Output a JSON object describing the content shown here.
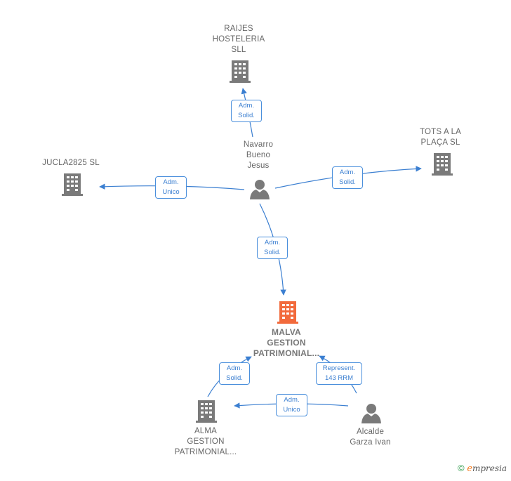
{
  "colors": {
    "edge": "#3b7fd1",
    "company_node": "#7a7a7a",
    "main_node": "#f26a3c",
    "person_node": "#7a7a7a"
  },
  "nodes": {
    "raijes": {
      "lines": [
        "RAIJES",
        "HOSTELERIA",
        "SLL"
      ],
      "type": "company",
      "icon": "building-icon"
    },
    "tots": {
      "lines": [
        "TOTS A LA",
        "PLAÇA  SL"
      ],
      "type": "company",
      "icon": "building-icon"
    },
    "jucla": {
      "lines": [
        "JUCLA2825  SL"
      ],
      "type": "company",
      "icon": "building-icon"
    },
    "navarro": {
      "lines": [
        "Navarro",
        "Bueno",
        "Jesus"
      ],
      "type": "person",
      "icon": "person-icon"
    },
    "malva": {
      "lines": [
        "MALVA",
        "GESTION",
        "PATRIMONIAL..."
      ],
      "type": "main-company",
      "icon": "building-icon"
    },
    "alma": {
      "lines": [
        "ALMA",
        "GESTION",
        "PATRIMONIAL..."
      ],
      "type": "company",
      "icon": "building-icon"
    },
    "alcalde": {
      "lines": [
        "Alcalde",
        "Garza Ivan"
      ],
      "type": "person",
      "icon": "person-icon"
    }
  },
  "edges": {
    "navarro_raijes": {
      "lines": [
        "Adm.",
        "Solid."
      ]
    },
    "navarro_tots": {
      "lines": [
        "Adm.",
        "Solid."
      ]
    },
    "navarro_jucla": {
      "lines": [
        "Adm.",
        "Unico"
      ]
    },
    "navarro_malva": {
      "lines": [
        "Adm.",
        "Solid."
      ]
    },
    "alma_malva": {
      "lines": [
        "Adm.",
        "Solid."
      ]
    },
    "alcalde_malva": {
      "lines": [
        "Represent.",
        "143 RRM"
      ]
    },
    "alcalde_alma": {
      "lines": [
        "Adm.",
        "Unico"
      ]
    }
  },
  "footer": {
    "copyright": "©",
    "brand_e": "e",
    "brand_rest": "mpresia"
  }
}
